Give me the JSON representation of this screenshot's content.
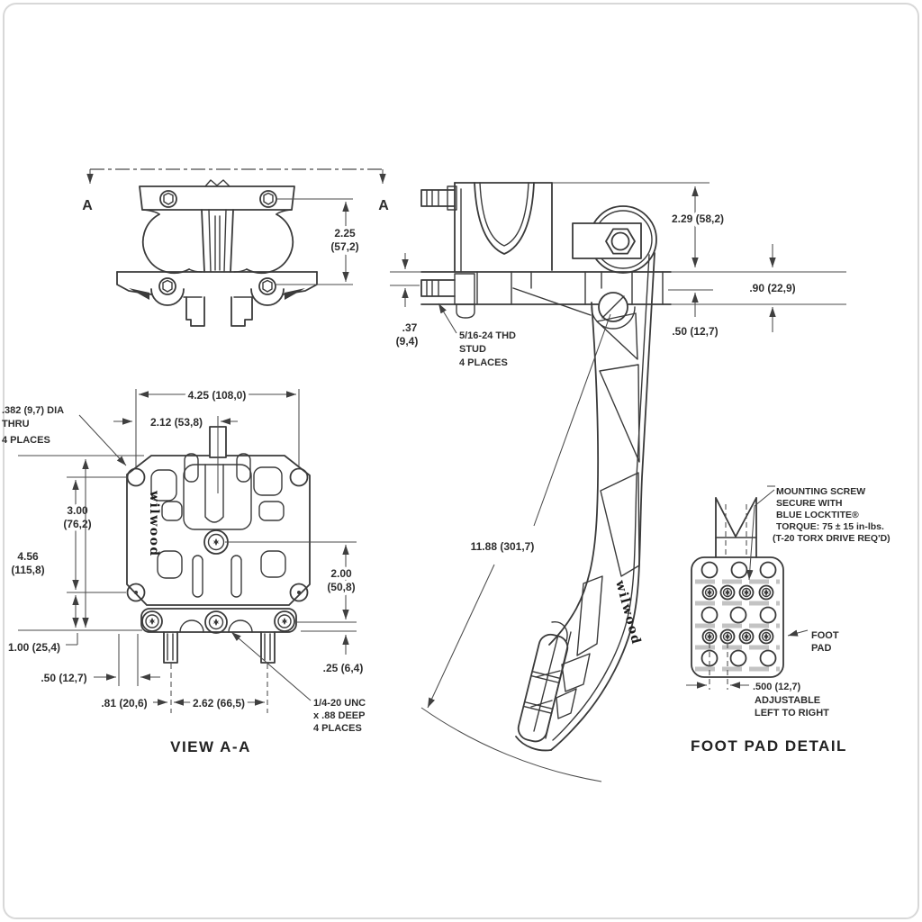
{
  "colors": {
    "line": "#3a3a3a",
    "dimension": "#4a4a4a",
    "text": "#2d2d2d",
    "background": "#ffffff",
    "pad_rib": "#c3c3c3",
    "frame": "#d8d8d8"
  },
  "top_view": {
    "section_label_left": "A",
    "section_label_right": "A",
    "dim_height_in": "2.25",
    "dim_height_mm": "(57,2)"
  },
  "side_view": {
    "dim_top": "2.29 (58,2)",
    "dim_plate": ".90 (22,9)",
    "dim_pivot": ".50 (12,7)",
    "dim_stud_in": ".37",
    "dim_stud_mm": "(9,4)",
    "stud_note_1": "5/16-24 THD",
    "stud_note_2": "STUD",
    "stud_note_3": "4 PLACES",
    "dim_length": "11.88 (301,7)",
    "logo": "wilwood"
  },
  "view_aa": {
    "title": "VIEW A-A",
    "dim_width": "4.25 (108,0)",
    "dim_half_width": "2.12 (53,8)",
    "hole_note_1": ".382 (9,7) DIA",
    "hole_note_2": "THRU",
    "hole_note_3": "4 PLACES",
    "dim_v1_in": "3.00",
    "dim_v1_mm": "(76,2)",
    "dim_v2_in": "4.56",
    "dim_v2_mm": "(115,8)",
    "dim_v3_in": "2.00",
    "dim_v3_mm": "(50,8)",
    "dim_b1": "1.00 (25,4)",
    "dim_b2": ".50 (12,7)",
    "dim_b3": ".81 (20,6)",
    "dim_b4": "2.62 (66,5)",
    "dim_b5": ".25 (6,4)",
    "thread_note_1": "1/4-20 UNC",
    "thread_note_2": "x .88 DEEP",
    "thread_note_3": "4 PLACES",
    "logo": "wilwood"
  },
  "foot_pad": {
    "title": "FOOT PAD DETAIL",
    "screw_note_1": "MOUNTING SCREW",
    "screw_note_2": "SECURE WITH",
    "screw_note_3": "BLUE LOCKTITE®",
    "screw_note_4": "TORQUE: 75 ± 15 in-lbs.",
    "screw_note_5": "(T-20 TORX DRIVE REQ'D)",
    "pad_label_1": "FOOT",
    "pad_label_2": "PAD",
    "dim_adjust": ".500 (12,7)",
    "adjust_note_1": "ADJUSTABLE",
    "adjust_note_2": "LEFT TO RIGHT"
  }
}
